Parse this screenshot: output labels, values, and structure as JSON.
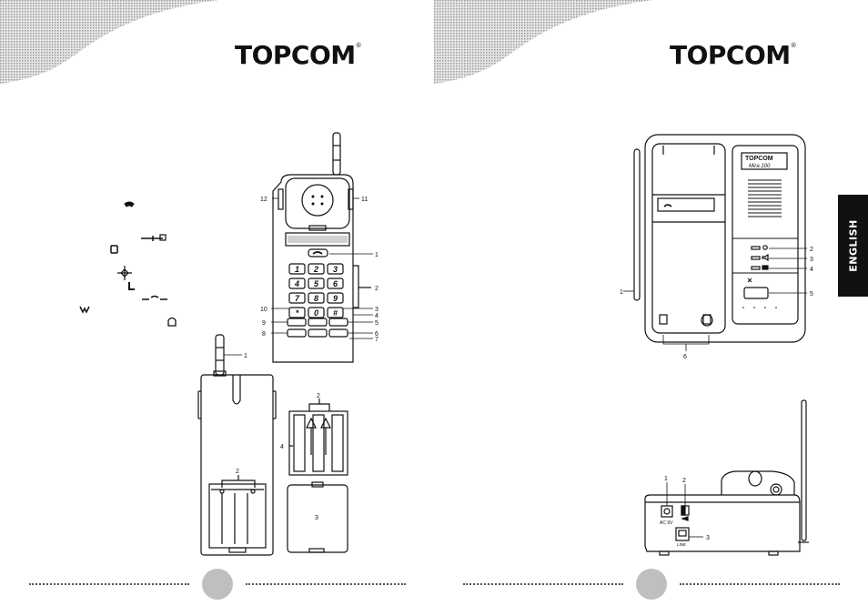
{
  "brand": {
    "logo_text": "TOPCOM",
    "registered_mark": "®"
  },
  "language_tab": "ENGLISH",
  "handset_front": {
    "callouts": [
      "1",
      "2",
      "3",
      "4",
      "5",
      "6",
      "7",
      "8",
      "9",
      "10",
      "11",
      "12"
    ],
    "keys": [
      "1",
      "2",
      "3",
      "4",
      "5",
      "6",
      "7",
      "8",
      "9",
      "*",
      "0",
      "#"
    ]
  },
  "handset_back": {
    "callouts": [
      "1",
      "2"
    ]
  },
  "battery_pack": {
    "callouts": [
      "2",
      "3",
      "4"
    ]
  },
  "base_front": {
    "callouts": [
      "1",
      "2",
      "3",
      "4",
      "5",
      "6"
    ],
    "brand": "TOPCOM",
    "model": "Mira 100"
  },
  "base_rear": {
    "callouts": [
      "1",
      "2",
      "3"
    ],
    "dc_label": "AC 9V",
    "line_label": "LINE"
  },
  "colors": {
    "page_circle": "#bfbfbf",
    "tab_background": "#111111",
    "swoosh": "#c4c4c4"
  }
}
